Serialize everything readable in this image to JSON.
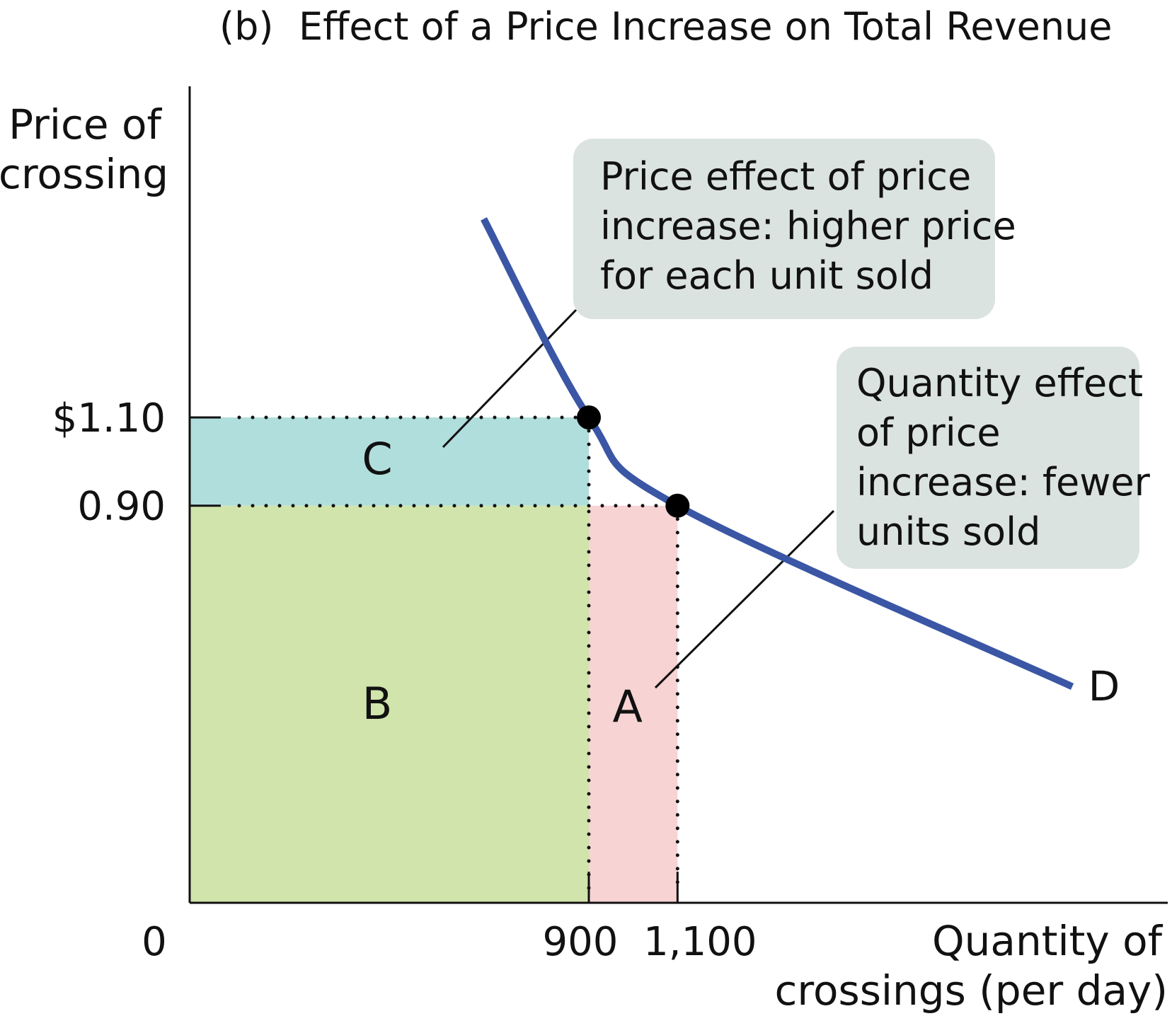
{
  "chart_data": {
    "type": "area",
    "title_prefix": "(b)",
    "title": "Effect of a Price Increase on Total Revenue",
    "ylabel": [
      "Price of",
      "crossing"
    ],
    "xlabel": [
      "Quantity of",
      "crossings (per day)"
    ],
    "origin_label": "0",
    "x_ticks": [
      {
        "value": 900,
        "label": "900"
      },
      {
        "value": 1100,
        "label": "1,100"
      }
    ],
    "y_ticks": [
      {
        "value": 1.1,
        "label": "$1.10"
      },
      {
        "value": 0.9,
        "label": "0.90"
      }
    ],
    "demand_curve": {
      "label": "D",
      "color": "#3a56a5",
      "points": [
        [
          663,
          1.55
        ],
        [
          900,
          1.1
        ],
        [
          1100,
          0.9
        ],
        [
          1990,
          0.49
        ]
      ]
    },
    "points": [
      {
        "x": 900,
        "y": 1.1
      },
      {
        "x": 1100,
        "y": 0.9
      }
    ],
    "regions": [
      {
        "label": "C",
        "x": [
          0,
          900
        ],
        "y": [
          0.9,
          1.1
        ],
        "color": "#b0dedd"
      },
      {
        "label": "B",
        "x": [
          0,
          900
        ],
        "y": [
          0,
          0.9
        ],
        "color": "#d0e4ab"
      },
      {
        "label": "A",
        "x": [
          900,
          1100
        ],
        "y": [
          0,
          0.9
        ],
        "color": "#f8d3d3"
      }
    ],
    "annotations": [
      {
        "target": "C",
        "lines": [
          "Price effect of price",
          "increase: higher price",
          "for each unit sold"
        ],
        "color": "#dbe3e0"
      },
      {
        "target": "A",
        "lines": [
          "Quantity effect",
          "of price",
          "increase: fewer",
          "units sold"
        ],
        "color": "#dbe3e0"
      }
    ]
  }
}
